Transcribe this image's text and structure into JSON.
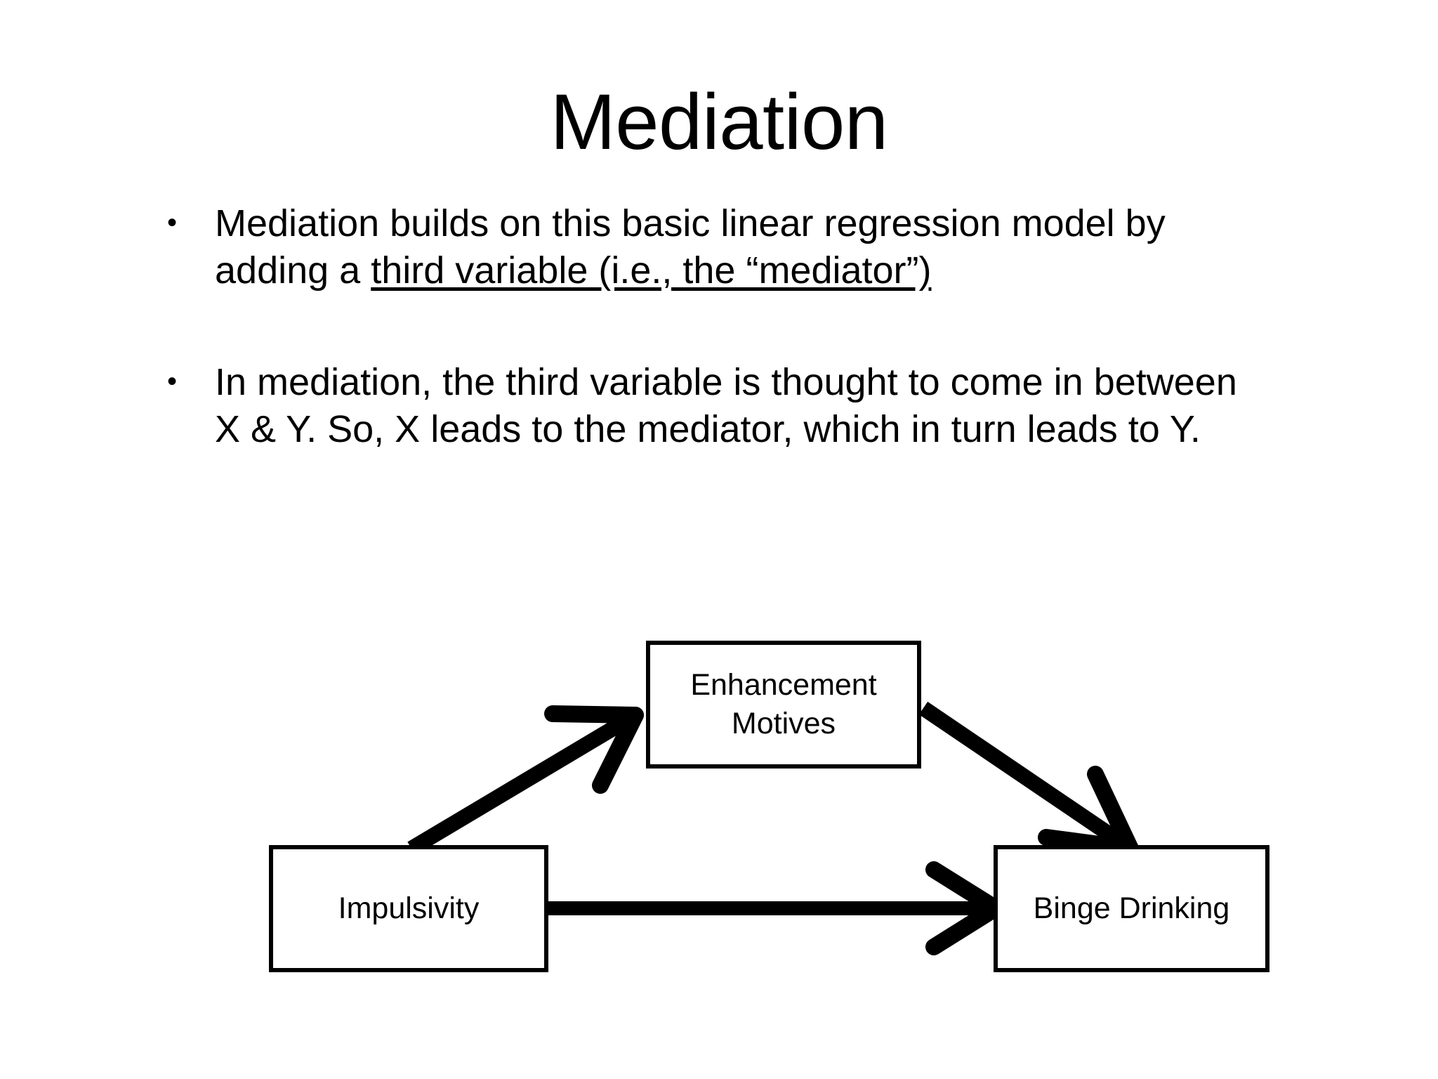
{
  "slide": {
    "title": "Mediation",
    "bullet_marker": "•",
    "bullets": [
      {
        "id": "bullet-1",
        "segments": [
          {
            "text": "Mediation builds on this basic linear regression model by adding a ",
            "underline": false
          },
          {
            "text": "third variable (i.e., the “mediator”)",
            "underline": true
          }
        ],
        "plain": "Mediation builds on this basic linear regression model by adding a third variable (i.e., the “mediator”)"
      },
      {
        "id": "bullet-2",
        "segments": [
          {
            "text": "In mediation, the third variable is thought to come in between X & Y. So, X leads to the mediator, which in turn leads to Y.",
            "underline": false
          }
        ],
        "plain": "In mediation, the third variable is thought to come in between X & Y. So, X leads to the mediator, which in turn leads to Y."
      }
    ]
  },
  "diagram": {
    "type": "mediation-path-model",
    "nodes": [
      {
        "id": "mediator",
        "label_line1": "Enhancement",
        "label_line2": "Motives",
        "role": "mediator"
      },
      {
        "id": "predictor",
        "label_line1": "Impulsivity",
        "label_line2": "",
        "role": "independent-variable"
      },
      {
        "id": "outcome",
        "label_line1": "Binge Drinking",
        "label_line2": "",
        "role": "dependent-variable"
      }
    ],
    "edges": [
      {
        "id": "edge-predictor-mediator",
        "from": "predictor",
        "to": "mediator",
        "label": ""
      },
      {
        "id": "edge-mediator-outcome",
        "from": "mediator",
        "to": "outcome",
        "label": ""
      },
      {
        "id": "edge-predictor-outcome",
        "from": "predictor",
        "to": "outcome",
        "label": ""
      }
    ],
    "colors": {
      "stroke": "#000000",
      "fill": "#ffffff",
      "background": "#ffffff"
    }
  }
}
